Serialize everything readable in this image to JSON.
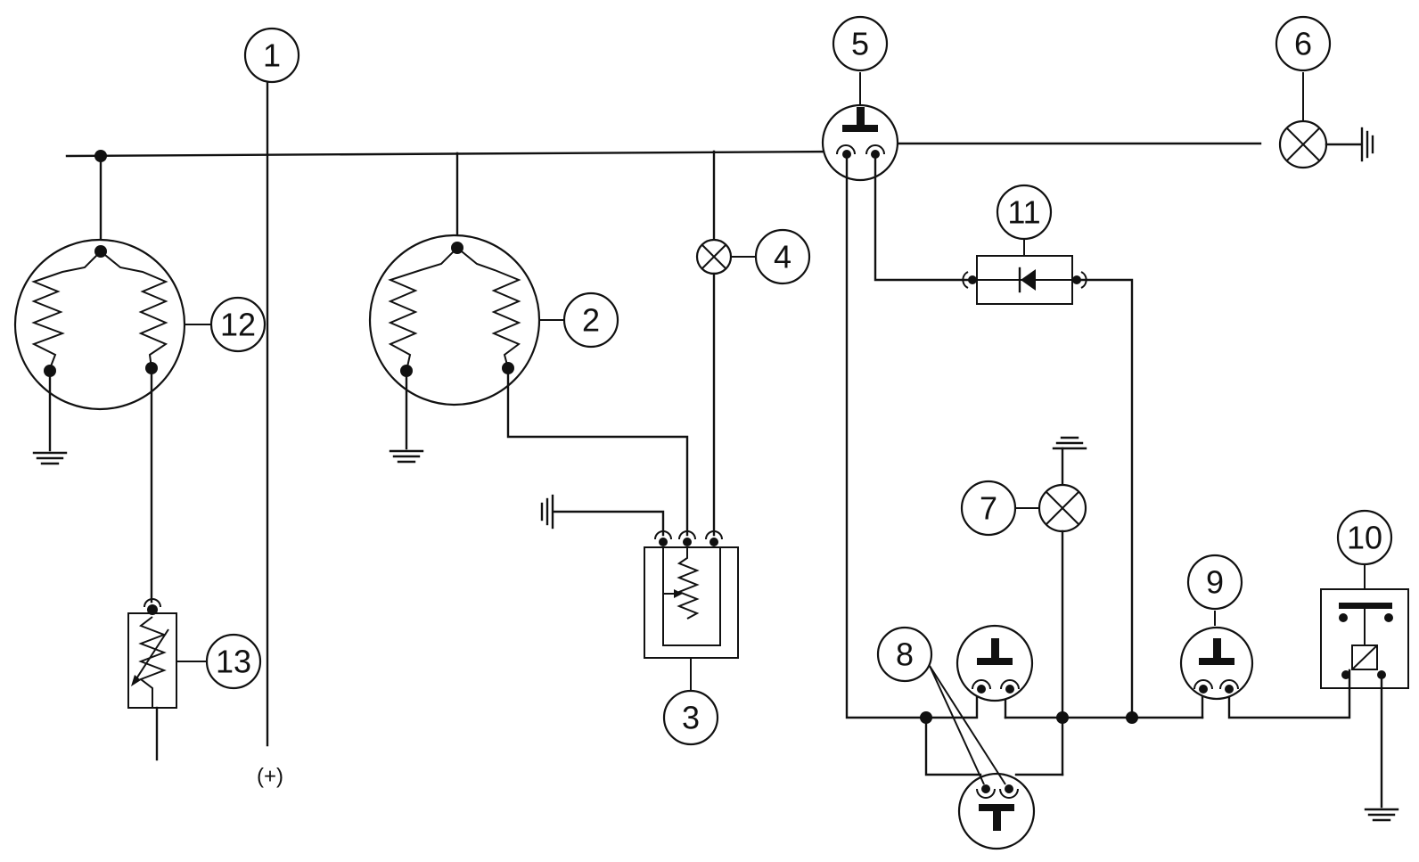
{
  "diagram": {
    "labels": {
      "n1": "1",
      "n2": "2",
      "n3": "3",
      "n4": "4",
      "n5": "5",
      "n6": "6",
      "n7": "7",
      "n8": "8",
      "n9": "9",
      "n10": "10",
      "n11": "11",
      "n12": "12",
      "n13": "13"
    },
    "positive_terminal": "(+)"
  }
}
